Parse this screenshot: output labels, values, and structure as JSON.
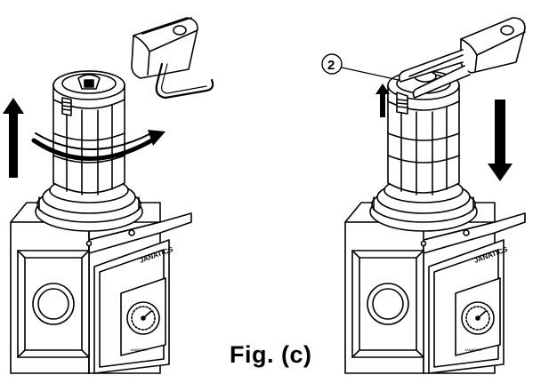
{
  "figure": {
    "caption": "Fig. (c)",
    "callout_number": "2",
    "brand_left": "JANATICS",
    "brand_right": "JANATICS",
    "gauge_brand_left": "JANATICS",
    "gauge_brand_right": "JANATICS"
  },
  "colors": {
    "line": "#000000",
    "fill": "#ffffff",
    "shade": "#d9d9d9",
    "dark": "#3a3a3a"
  },
  "icons": [
    "up-arrow-icon",
    "rotate-arrow-icon",
    "down-arrow-icon",
    "lock-clip-icon",
    "pressure-gauge-icon"
  ]
}
